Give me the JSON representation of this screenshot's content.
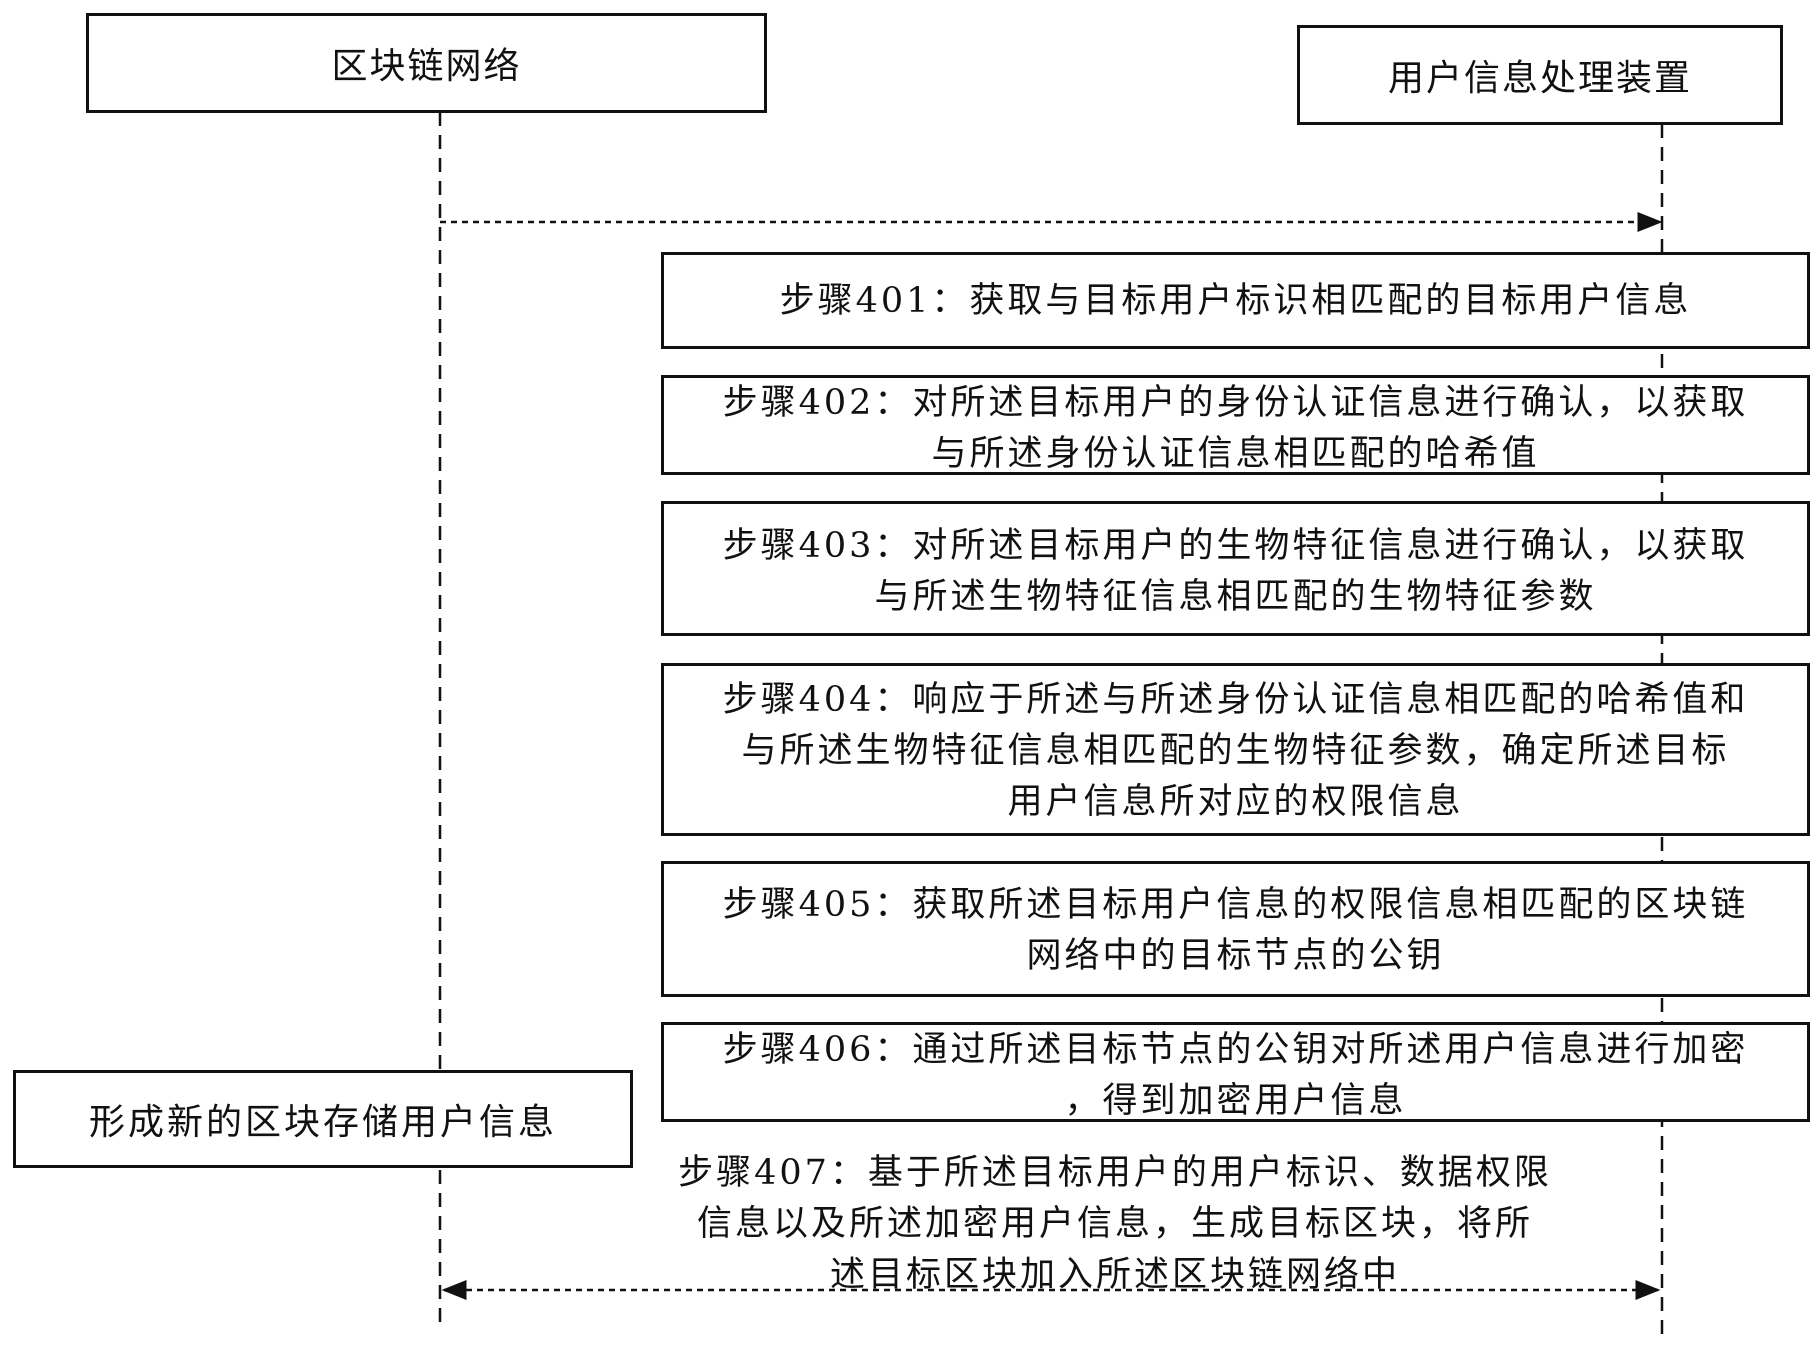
{
  "participants": {
    "left": "区块链网络",
    "right": "用户信息处理装置"
  },
  "steps": [
    {
      "lines": [
        "步骤401：获取与目标用户标识相匹配的目标用户信息"
      ]
    },
    {
      "lines": [
        "步骤402：对所述目标用户的身份认证信息进行确认，以获取",
        "与所述身份认证信息相匹配的哈希值"
      ]
    },
    {
      "lines": [
        "步骤403：对所述目标用户的生物特征信息进行确认，以获取",
        "与所述生物特征信息相匹配的生物特征参数"
      ]
    },
    {
      "lines": [
        "步骤404：响应于所述与所述身份认证信息相匹配的哈希值和",
        "与所述生物特征信息相匹配的生物特征参数，确定所述目标",
        "用户信息所对应的权限信息"
      ]
    },
    {
      "lines": [
        "步骤405：获取所述目标用户信息的权限信息相匹配的区块链",
        "网络中的目标节点的公钥"
      ]
    },
    {
      "lines": [
        "步骤406：通过所述目标节点的公钥对所述用户信息进行加密",
        "，得到加密用户信息"
      ]
    }
  ],
  "step7": {
    "lines": [
      "步骤407：基于所述目标用户的用户标识、数据权限",
      "信息以及所述加密用户信息，生成目标区块，将所",
      "述目标区块加入所述区块链网络中"
    ]
  },
  "new_block_label": "形成新的区块存储用户信息"
}
